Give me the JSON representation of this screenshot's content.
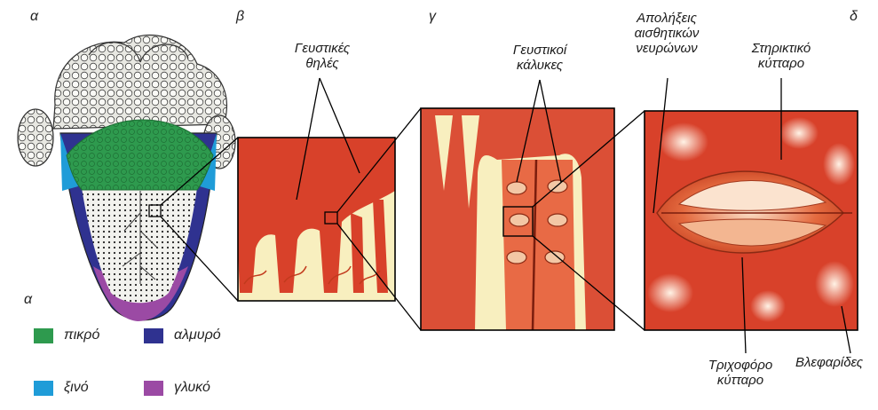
{
  "panels": {
    "a": "α",
    "b": "β",
    "c": "γ",
    "d": "δ",
    "legend": "α"
  },
  "labels": {
    "papillae_1": "Γευστικές",
    "papillae_2": "θηλές",
    "buds_1": "Γευστικοί",
    "buds_2": "κάλυκες",
    "nerve_1": "Απολήξεις",
    "nerve_2": "αισθητικών",
    "nerve_3": "νευρώνων",
    "support_1": "Στηρικτικό",
    "support_2": "κύτταρο",
    "hair_1": "Τριχοφόρο",
    "hair_2": "κύτταρο",
    "cilia": "Βλεφαρίδες"
  },
  "legend": [
    {
      "label": "πικρό",
      "color": "#2e9a4e"
    },
    {
      "label": "αλμυρό",
      "color": "#2f3290"
    },
    {
      "label": "ξινό",
      "color": "#1f9cd8"
    },
    {
      "label": "γλυκό",
      "color": "#9b4aa4"
    }
  ],
  "colors": {
    "bitter": "#2e9a4e",
    "salty": "#2f3290",
    "sour": "#1f9cd8",
    "sweet": "#9b4aa4",
    "tissue_red": "#d8412a",
    "tissue_cream": "#f8efbf"
  }
}
